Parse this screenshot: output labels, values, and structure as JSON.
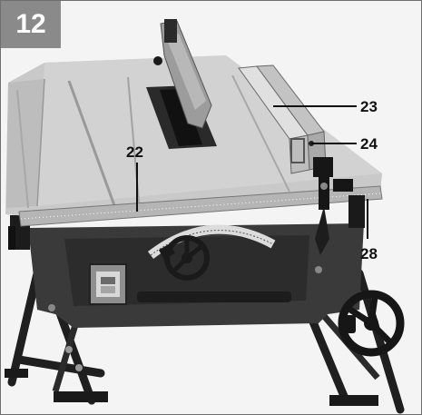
{
  "figure": {
    "number": "12",
    "callouts": {
      "c22": "22",
      "c23": "23",
      "c24": "24",
      "c28": "28"
    }
  },
  "colors": {
    "badge": "#8a8a8a",
    "table_top": "#c9c9c9",
    "frame_body": "#3a3a3a",
    "legs": "#222222"
  }
}
